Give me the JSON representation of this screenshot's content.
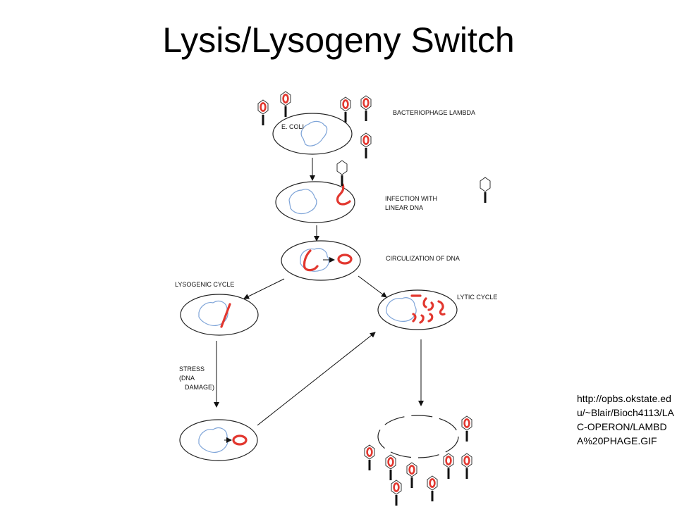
{
  "title": "Lysis/Lysogeny Switch",
  "labels": {
    "phage": "BACTERIOPHAGE LAMBDA",
    "ecoli": "E. COLI",
    "infection_line1": "INFECTION WITH",
    "infection_line2": "LINEAR DNA",
    "circularization": "CIRCULIZATION OF DNA",
    "lysogenic": "LYSOGENIC CYCLE",
    "lytic": "LYTIC CYCLE",
    "stress_line1": "STRESS",
    "stress_line2": "(DNA",
    "stress_line3": "DAMAGE)"
  },
  "source_url": "http://opbs.okstate.edu/~Blair/Bioch4113/LAC-OPERON/LAMBDA%20PHAGE.GIF",
  "colors": {
    "dna": "#e2372f",
    "chromosome": "#7ea4d8",
    "outline": "#222222"
  }
}
